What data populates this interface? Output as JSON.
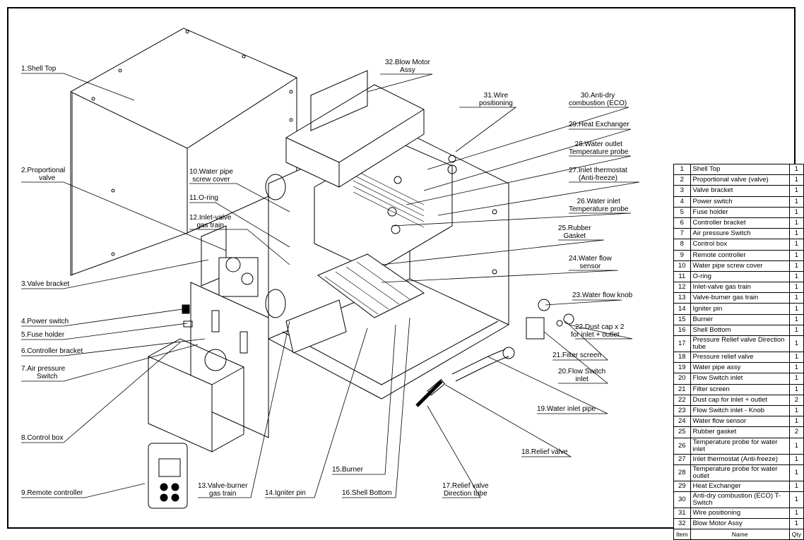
{
  "callouts": [
    {
      "id": "c1",
      "lines": [
        "1.Shell Top"
      ]
    },
    {
      "id": "c2",
      "lines": [
        "2.Proportional",
        "valve"
      ]
    },
    {
      "id": "c3",
      "lines": [
        "3.Valve bracket"
      ]
    },
    {
      "id": "c4",
      "lines": [
        "4.Power switch"
      ]
    },
    {
      "id": "c5",
      "lines": [
        "5.Fuse holder"
      ]
    },
    {
      "id": "c6",
      "lines": [
        "6.Controller bracket"
      ]
    },
    {
      "id": "c7",
      "lines": [
        "7.Air pressure",
        "Switch"
      ]
    },
    {
      "id": "c8",
      "lines": [
        "8.Control box"
      ]
    },
    {
      "id": "c9",
      "lines": [
        "9.Remote controller"
      ]
    },
    {
      "id": "c10",
      "lines": [
        "10.Water pipe",
        "screw cover"
      ]
    },
    {
      "id": "c11",
      "lines": [
        "11.O-ring"
      ]
    },
    {
      "id": "c12",
      "lines": [
        "12.Inlet-valve",
        "gas train"
      ]
    },
    {
      "id": "c13",
      "lines": [
        "13.Valve-burner",
        "gas train"
      ]
    },
    {
      "id": "c14",
      "lines": [
        "14.Igniter pin"
      ]
    },
    {
      "id": "c15",
      "lines": [
        "15.Burner"
      ]
    },
    {
      "id": "c16",
      "lines": [
        "16.Shell Bottom"
      ]
    },
    {
      "id": "c17",
      "lines": [
        "17.Relief valve",
        "Direction tube"
      ]
    },
    {
      "id": "c18",
      "lines": [
        "18.Relief valve"
      ]
    },
    {
      "id": "c19",
      "lines": [
        "19.Water inlet pipe"
      ]
    },
    {
      "id": "c20",
      "lines": [
        "20.Flow Switch",
        "inlet"
      ]
    },
    {
      "id": "c21",
      "lines": [
        "21.Filter screen"
      ]
    },
    {
      "id": "c22",
      "lines": [
        "22.Dust cap x 2",
        "for inlet + outlet"
      ]
    },
    {
      "id": "c23",
      "lines": [
        "23.Water flow knob"
      ]
    },
    {
      "id": "c24",
      "lines": [
        "24.Water flow",
        "sensor"
      ]
    },
    {
      "id": "c25",
      "lines": [
        "25.Rubber",
        "Gasket"
      ]
    },
    {
      "id": "c26",
      "lines": [
        "26.Water inlet",
        "Temperature probe"
      ]
    },
    {
      "id": "c27",
      "lines": [
        "27.Inlet thermostat",
        "(Anti-freeze)"
      ]
    },
    {
      "id": "c28",
      "lines": [
        "28.Water outlet",
        "Temperature probe"
      ]
    },
    {
      "id": "c29",
      "lines": [
        "29.Heat Exchanger"
      ]
    },
    {
      "id": "c30",
      "lines": [
        "30.Anti-dry",
        "combustion (ECO)"
      ]
    },
    {
      "id": "c31",
      "lines": [
        "31.Wire",
        "positioning"
      ]
    },
    {
      "id": "c32",
      "lines": [
        "32.Blow Motor",
        "Assy"
      ]
    }
  ],
  "bom": {
    "header": {
      "item": "Item",
      "name": "Name",
      "qty": "Qty"
    },
    "rows": [
      {
        "item": "1",
        "name": "Shell Top",
        "qty": "1"
      },
      {
        "item": "2",
        "name": "Proportional valve (valve)",
        "qty": "1"
      },
      {
        "item": "3",
        "name": "Valve bracket",
        "qty": "1"
      },
      {
        "item": "4",
        "name": "Power switch",
        "qty": "1"
      },
      {
        "item": "5",
        "name": "Fuse holder",
        "qty": "1"
      },
      {
        "item": "6",
        "name": "Controller bracket",
        "qty": "1"
      },
      {
        "item": "7",
        "name": "Air pressure Switch",
        "qty": "1"
      },
      {
        "item": "8",
        "name": "Control box",
        "qty": "1"
      },
      {
        "item": "9",
        "name": "Remote controller",
        "qty": "1"
      },
      {
        "item": "10",
        "name": "Water pipe screw cover",
        "qty": "1"
      },
      {
        "item": "11",
        "name": "O-ring",
        "qty": "1"
      },
      {
        "item": "12",
        "name": "Inlet-valve gas train",
        "qty": "1"
      },
      {
        "item": "13",
        "name": "Valve-burner gas train",
        "qty": "1"
      },
      {
        "item": "14",
        "name": "Igniter pin",
        "qty": "1"
      },
      {
        "item": "15",
        "name": "Burner",
        "qty": "1"
      },
      {
        "item": "16",
        "name": "Shell Bottom",
        "qty": "1"
      },
      {
        "item": "17",
        "name": "Pressure Relief valve Direction tube",
        "qty": "1"
      },
      {
        "item": "18",
        "name": "Pressure relief valve",
        "qty": "1"
      },
      {
        "item": "19",
        "name": "Water pipe assy",
        "qty": "1"
      },
      {
        "item": "20",
        "name": "Flow Switch inlet",
        "qty": "1"
      },
      {
        "item": "21",
        "name": "Filter screen",
        "qty": "1"
      },
      {
        "item": "22",
        "name": "Dust cap for inlet + outlet",
        "qty": "2"
      },
      {
        "item": "23",
        "name": "Flow Switch inlet - Knob",
        "qty": "1"
      },
      {
        "item": "24",
        "name": "Water flow sensor",
        "qty": "1"
      },
      {
        "item": "25",
        "name": "Rubber gasket",
        "qty": "2"
      },
      {
        "item": "26",
        "name": "Temperature probe for water inlet",
        "qty": "1"
      },
      {
        "item": "27",
        "name": "Inlet thermostat (Anti-freeze)",
        "qty": "1"
      },
      {
        "item": "28",
        "name": "Temperature probe for water outlet",
        "qty": "1"
      },
      {
        "item": "29",
        "name": "Heat Exchanger",
        "qty": "1"
      },
      {
        "item": "30",
        "name": "Anti-dry combustion (ECO) T-Switch",
        "qty": "1"
      },
      {
        "item": "31",
        "name": "Wire positioning",
        "qty": "1"
      },
      {
        "item": "32",
        "name": "Blow Motor Assy",
        "qty": "1"
      }
    ]
  }
}
